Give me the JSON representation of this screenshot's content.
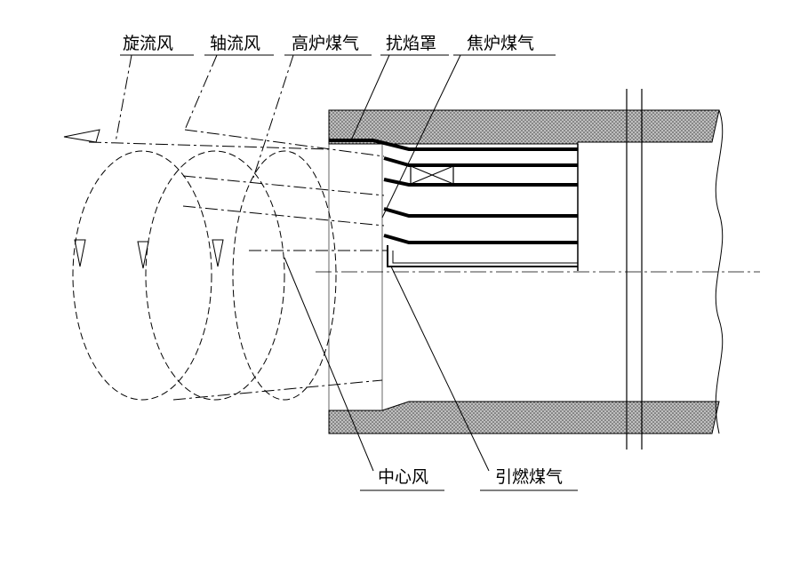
{
  "labels": {
    "swirl_air": "旋流风",
    "axial_air": "轴流风",
    "bf_gas": "高炉煤气",
    "flame_hood": "扰焰罩",
    "coke_gas": "焦炉煤气",
    "center_air": "中心风",
    "ignition_gas": "引燃煤气"
  },
  "colors": {
    "line": "#000000",
    "hatch": "#555555",
    "background": "#ffffff"
  }
}
